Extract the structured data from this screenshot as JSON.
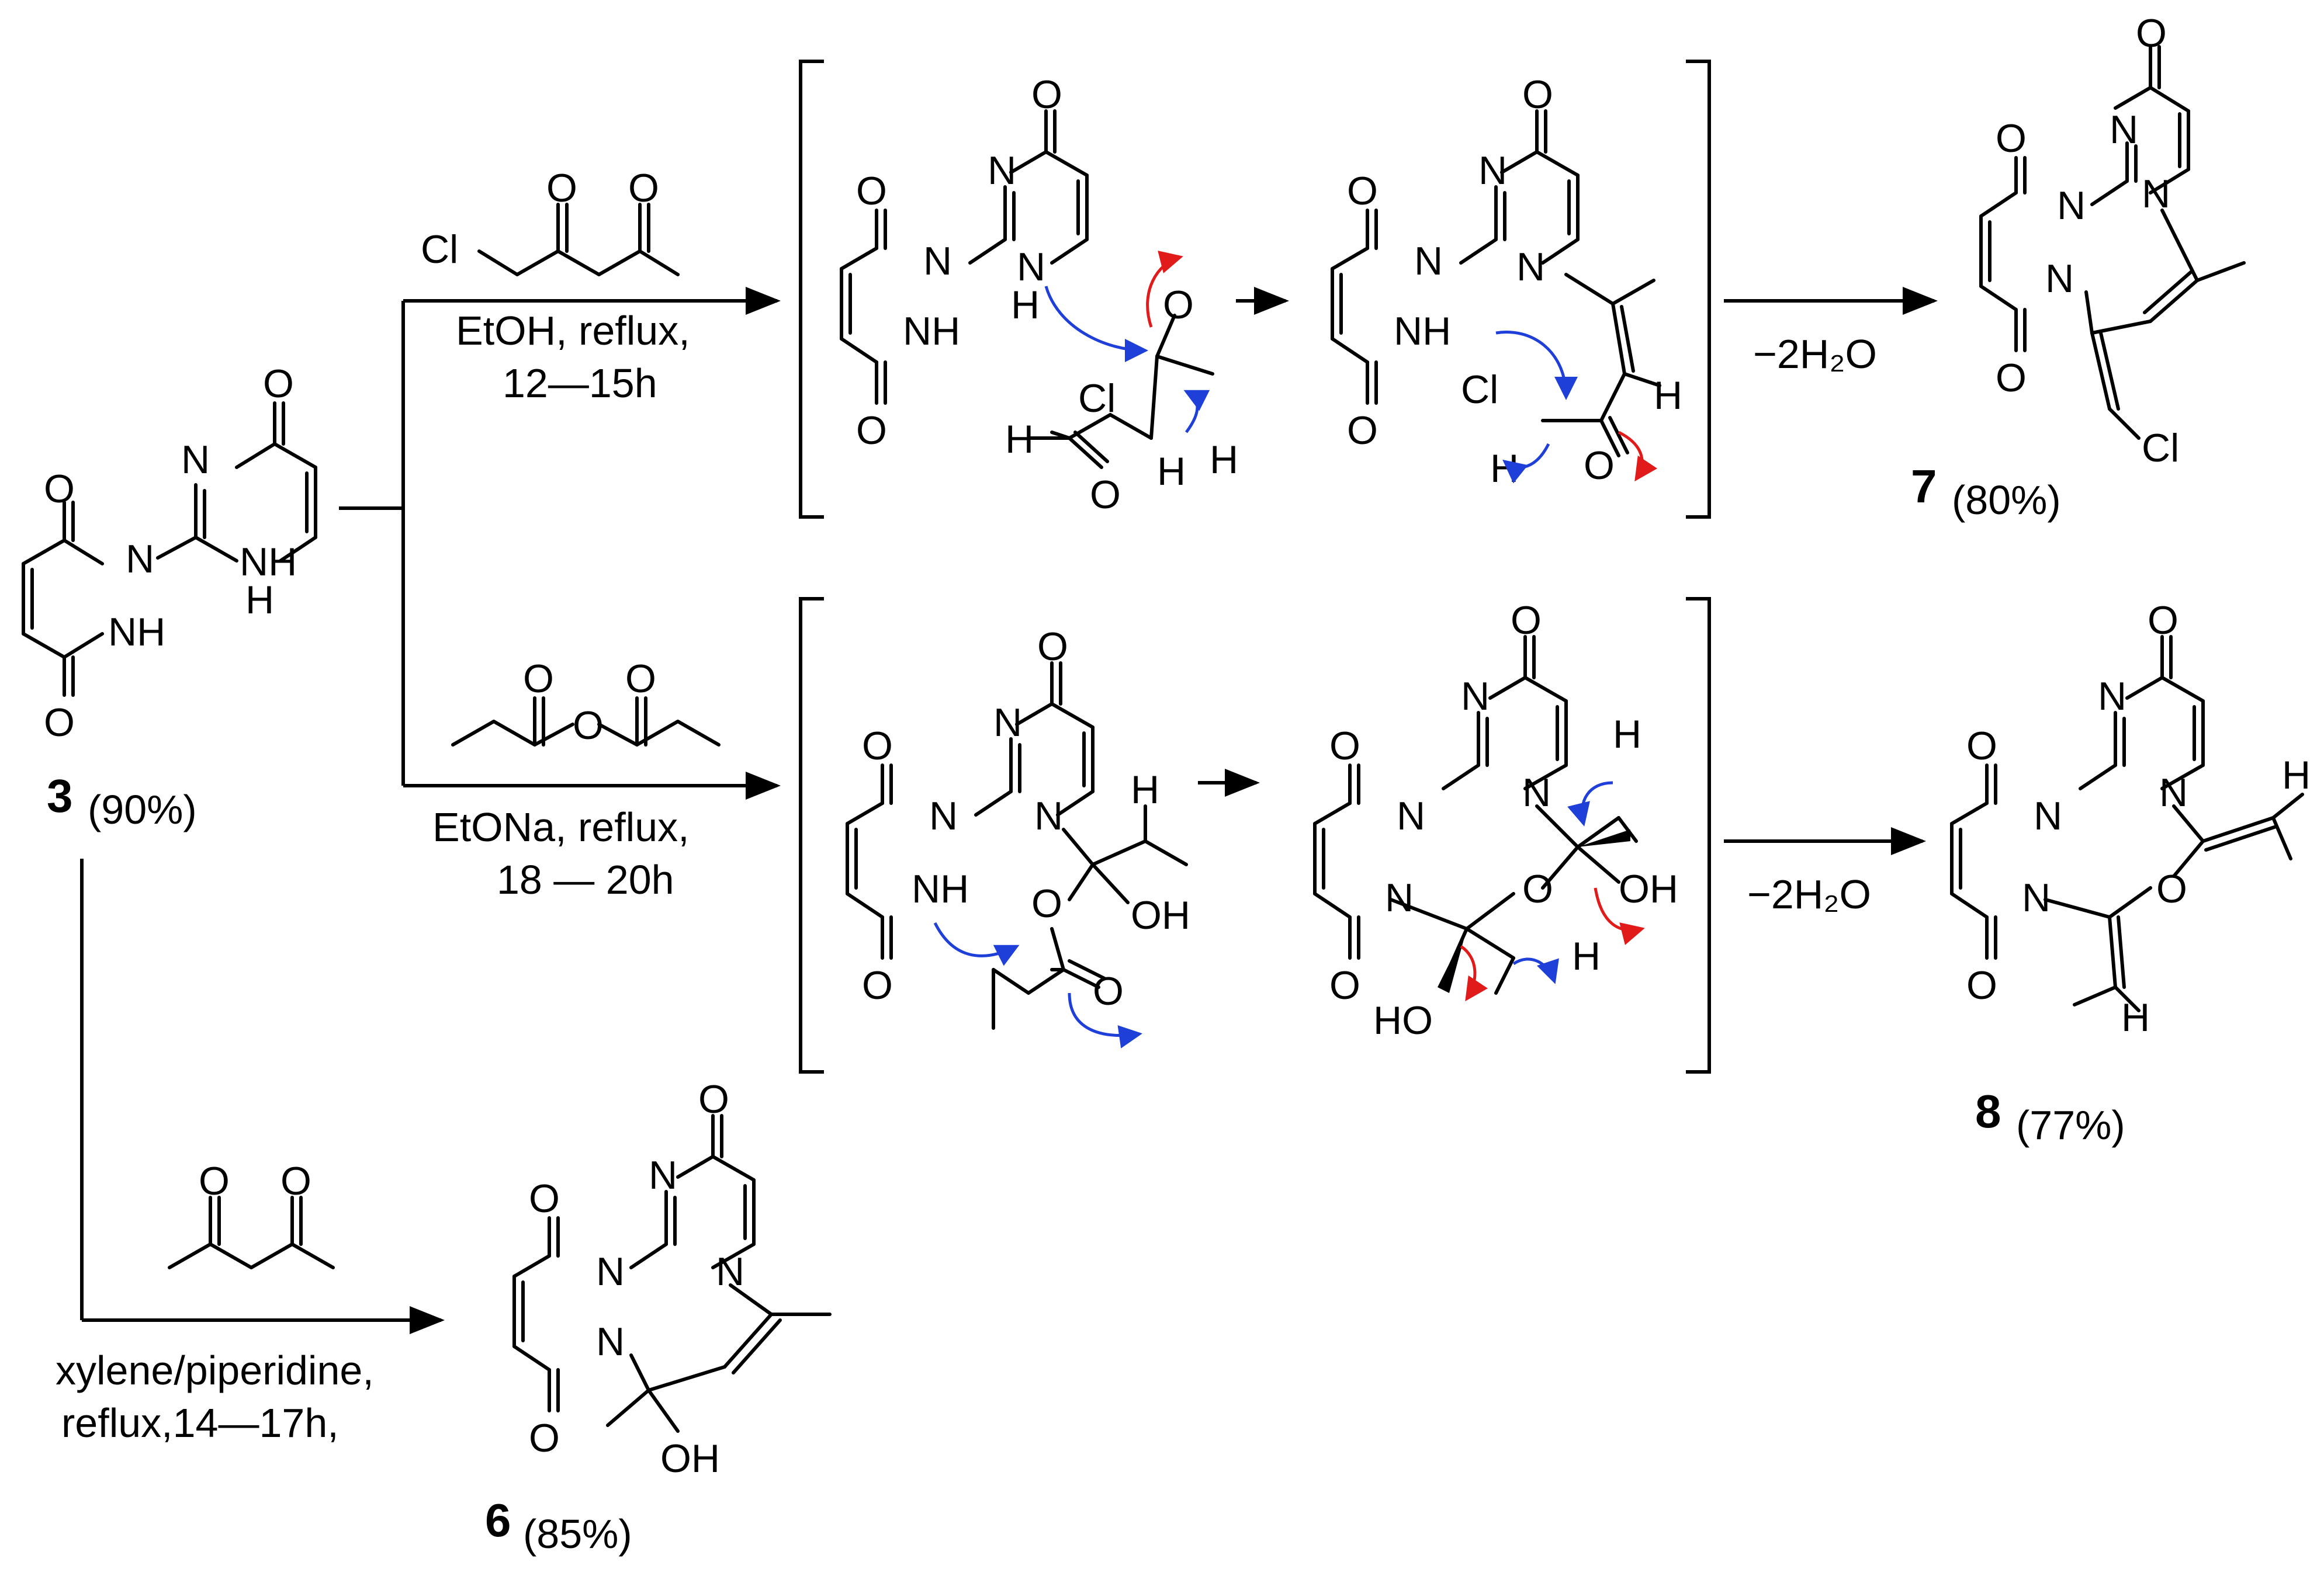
{
  "compounds": {
    "c3": {
      "number": "3",
      "yield": "(90%)"
    },
    "c7": {
      "number": "7",
      "yield": "(80%)"
    },
    "c8": {
      "number": "8",
      "yield": "(77%)"
    },
    "c6": {
      "number": "6",
      "yield": "(85%)"
    }
  },
  "reactions": {
    "top": {
      "line1": "EtOH, reflux,",
      "line2": "12—15h",
      "elimination": "−2H₂O"
    },
    "middle": {
      "line1": "EtONa, reflux,",
      "line2": "18 — 20h",
      "elimination": "−2H₂O"
    },
    "bottom": {
      "line1": "xylene/piperidine,",
      "line2": "reflux,14—17h,"
    }
  },
  "atoms": {
    "O": "O",
    "N": "N",
    "NH": "NH",
    "H": "H",
    "Cl": "Cl",
    "OH": "OH",
    "HO": "HO",
    "NNH": "N–NH"
  },
  "colors": {
    "blue_arrow": "#1f3fd9",
    "red_arrow": "#e11a1a"
  }
}
